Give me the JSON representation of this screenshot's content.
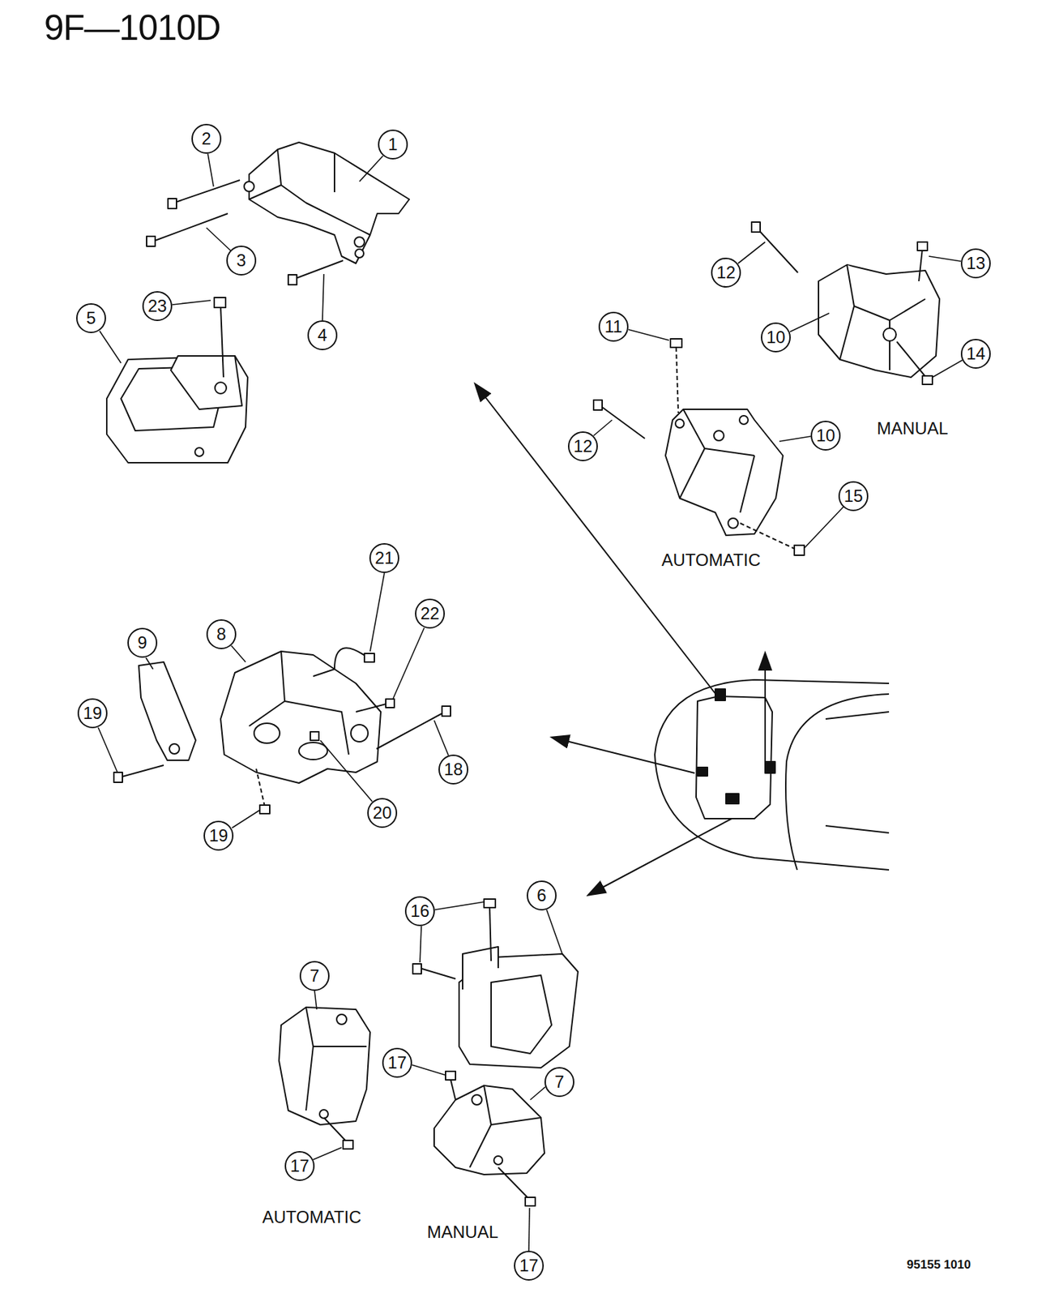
{
  "diagram": {
    "title": "9F—1010D",
    "labels": [
      "1",
      "2",
      "3",
      "4",
      "23",
      "5",
      "13",
      "12",
      "10",
      "14",
      "MANUAL",
      "11",
      "12",
      "10",
      "15",
      "AUTOMATIC",
      "21",
      "22",
      "8",
      "9",
      "19",
      "18",
      "20",
      "19",
      "6",
      "16",
      "7",
      "17",
      "7",
      "17",
      "17",
      "AUTOMATIC",
      "MANUAL",
      "95155 1010"
    ]
  }
}
